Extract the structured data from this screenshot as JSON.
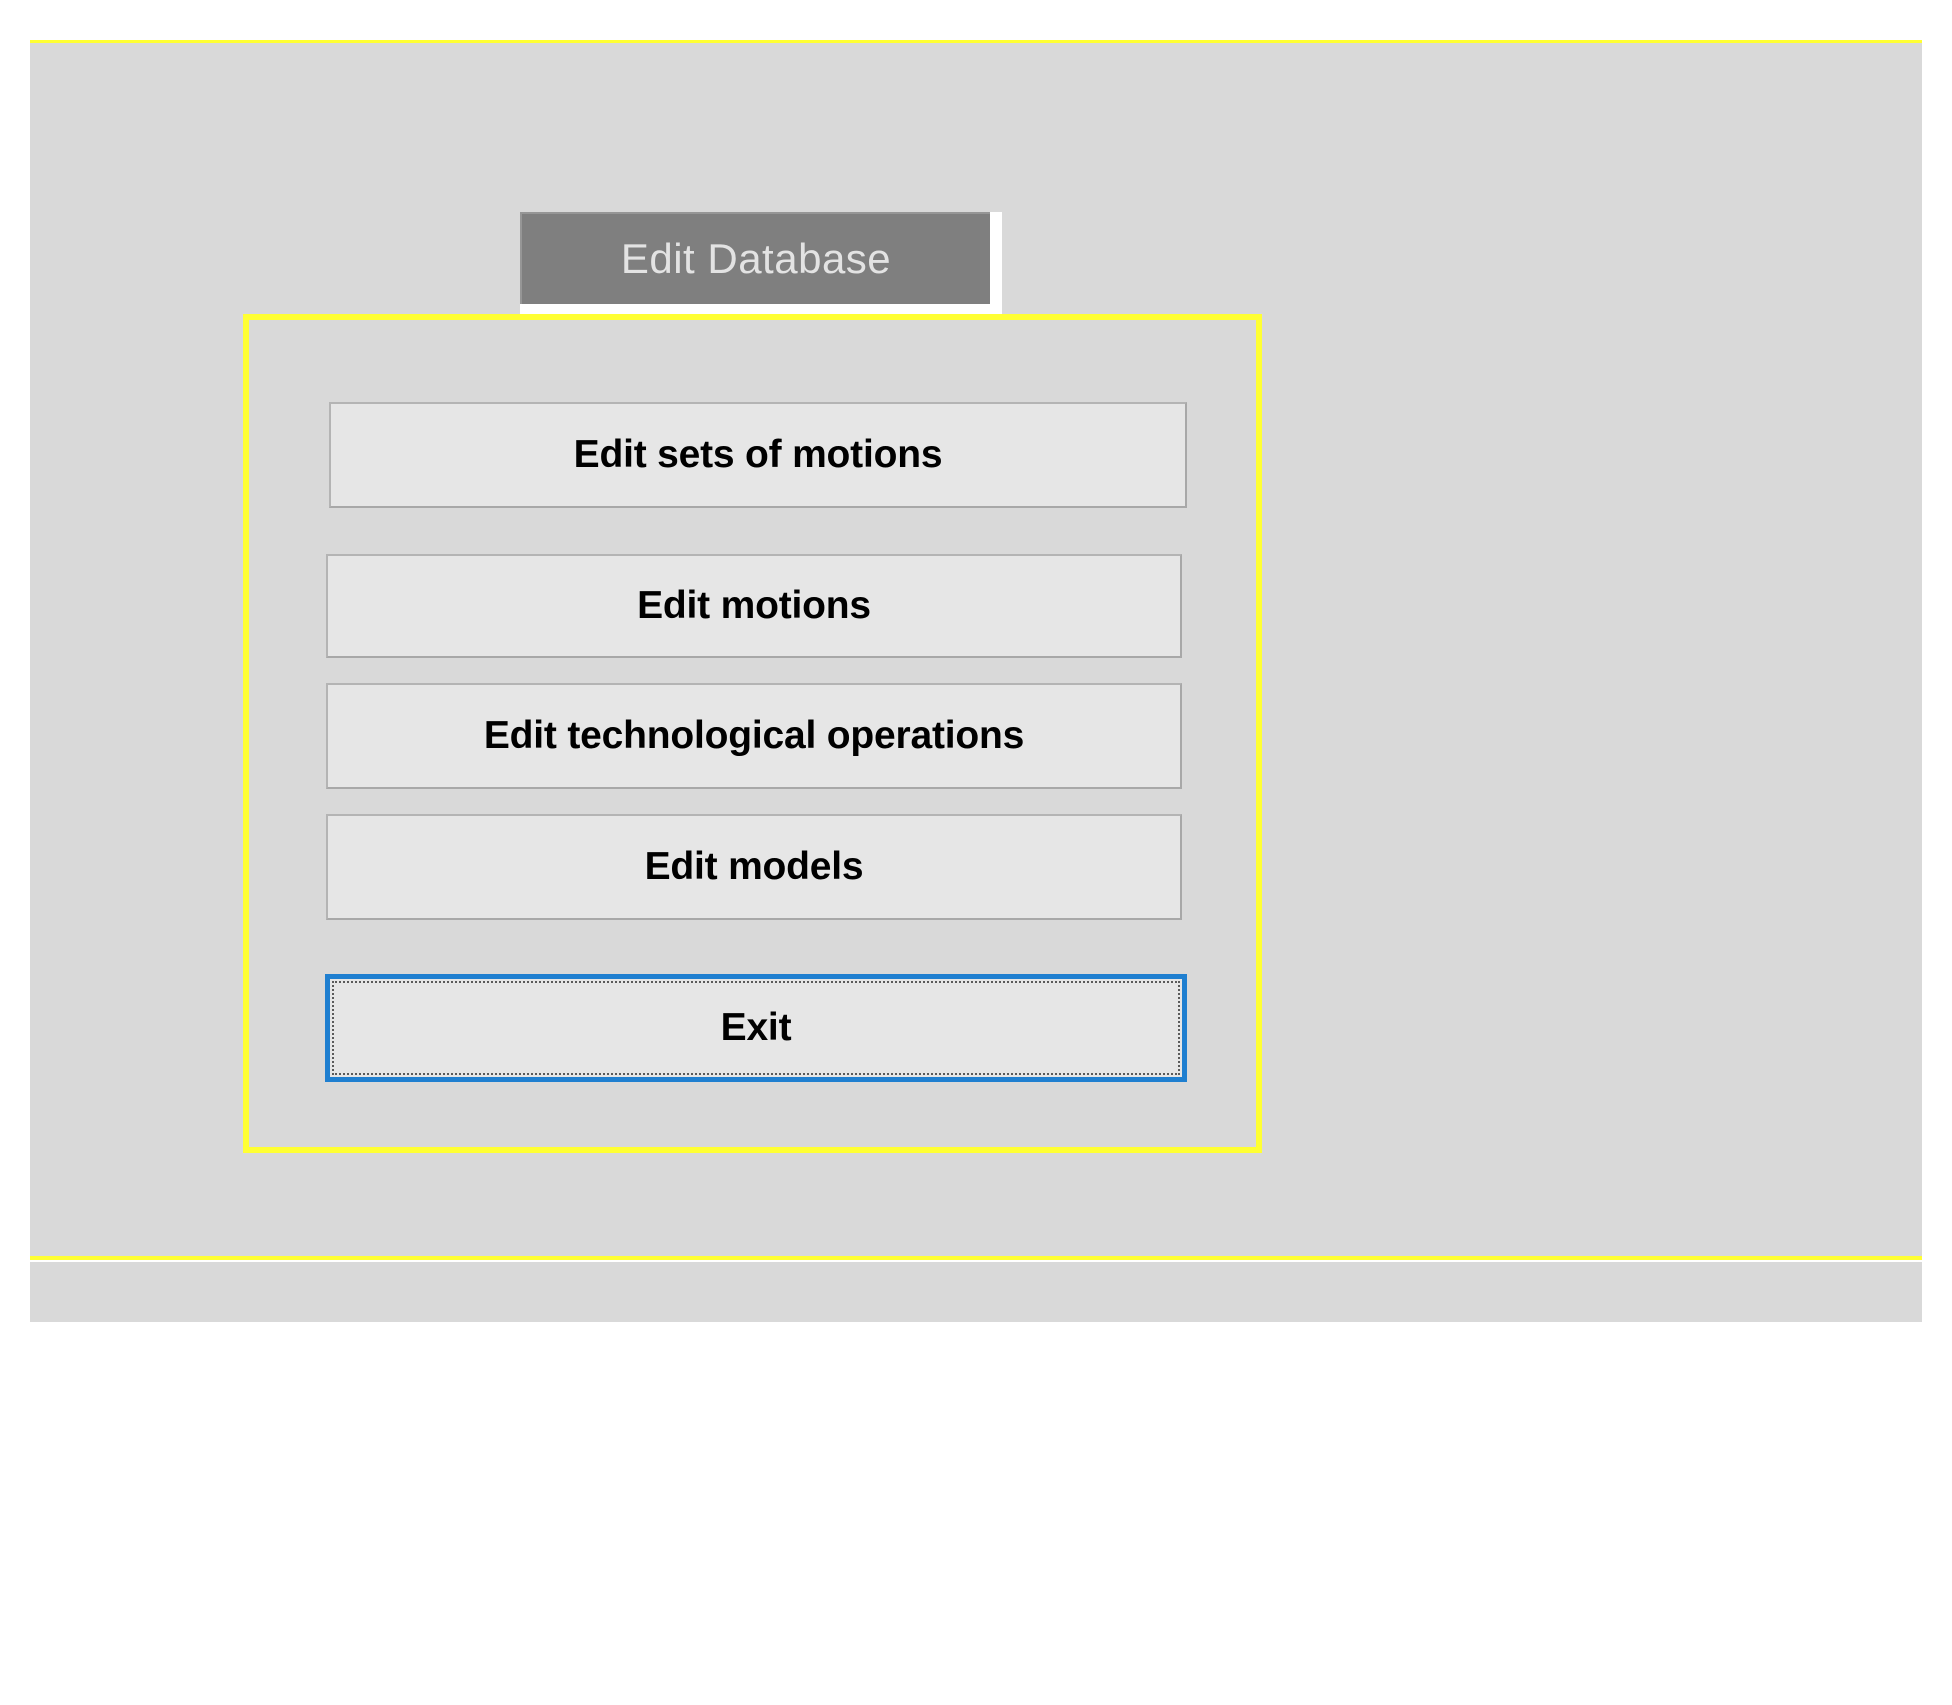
{
  "window": {
    "title": "Edit Database"
  },
  "dialog": {
    "accent_border_color": "#ffff33",
    "background_color": "#d9d9d9",
    "focus_ring_color": "#1f7fd0",
    "buttons": [
      {
        "label": "Edit sets of motions",
        "name": "edit-sets-of-motions-button"
      },
      {
        "label": "Edit motions",
        "name": "edit-motions-button"
      },
      {
        "label": "Edit technological operations",
        "name": "edit-technological-operations-button"
      },
      {
        "label": "Edit models",
        "name": "edit-models-button"
      },
      {
        "label": "Exit",
        "name": "exit-button",
        "focused": true
      }
    ]
  },
  "decorations": {
    "rule_color": "#ffff33",
    "titlebar_color": "#7f7f7f",
    "titlebar_text_color": "#e3e3e3"
  }
}
